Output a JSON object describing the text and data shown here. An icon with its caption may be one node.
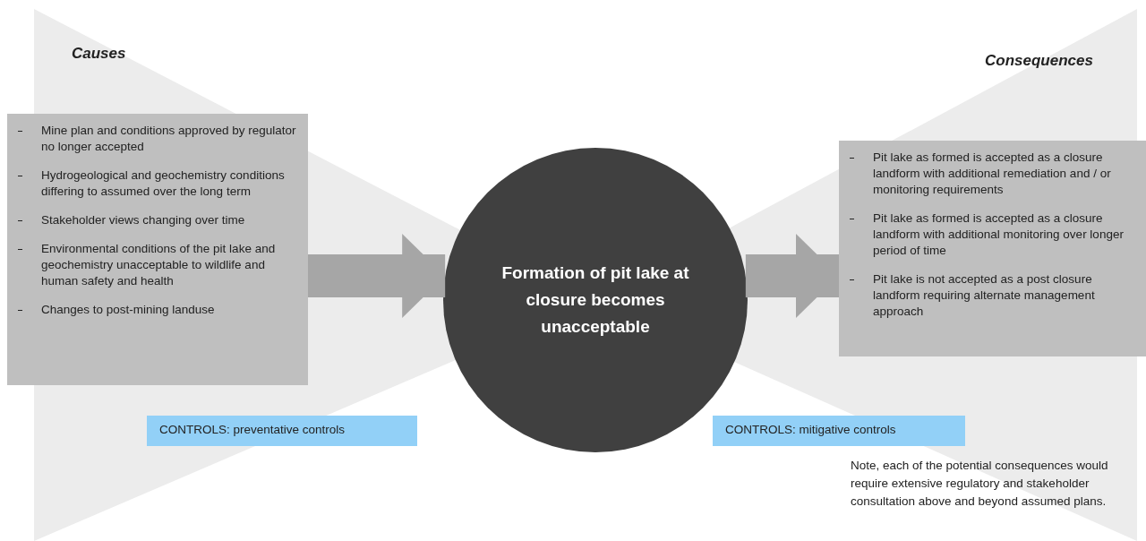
{
  "diagram": {
    "nodes": [
      {
        "text": [
          "Mine plan and conditions approved by regulator no longer accepted",
          "Hydrogeological and geochemistry conditions differing to assumed over the long term",
          "Stakeholder views changing over time",
          "Environmental conditions of the pit lake and geochemistry unacceptable to wildlife and human safety and health",
          "Changes to post-mining landuse"
        ]
      },
      {
        "text": [
          "Formation of pit lake at closure becomes unacceptable"
        ]
      },
      {
        "text": [
          "Pit lake as formed is accepted as a closure landform with additional remediation and / or monitoring requirements",
          "Pit lake as formed is accepted as a closure landform with additional monitoring over longer period of time",
          "Pit lake is not accepted as a post closure landform requiring alternate management approach"
        ]
      },
      {
        "text": [
          "CONTROLS: preventative controls"
        ]
      },
      {
        "text": [
          "CONTROLS: mitigative controls"
        ]
      }
    ],
    "edges": [
      {
        "from": 0,
        "to": 1,
        "arrow": "to"
      },
      {
        "from": 1,
        "to": 2,
        "arrow": "to"
      }
    ],
    "labels": [
      "Causes",
      "Consequences",
      "Note, each of the potential consequences would require extensive regulatory and stakeholder consultation above and beyond assumed plans."
    ]
  }
}
